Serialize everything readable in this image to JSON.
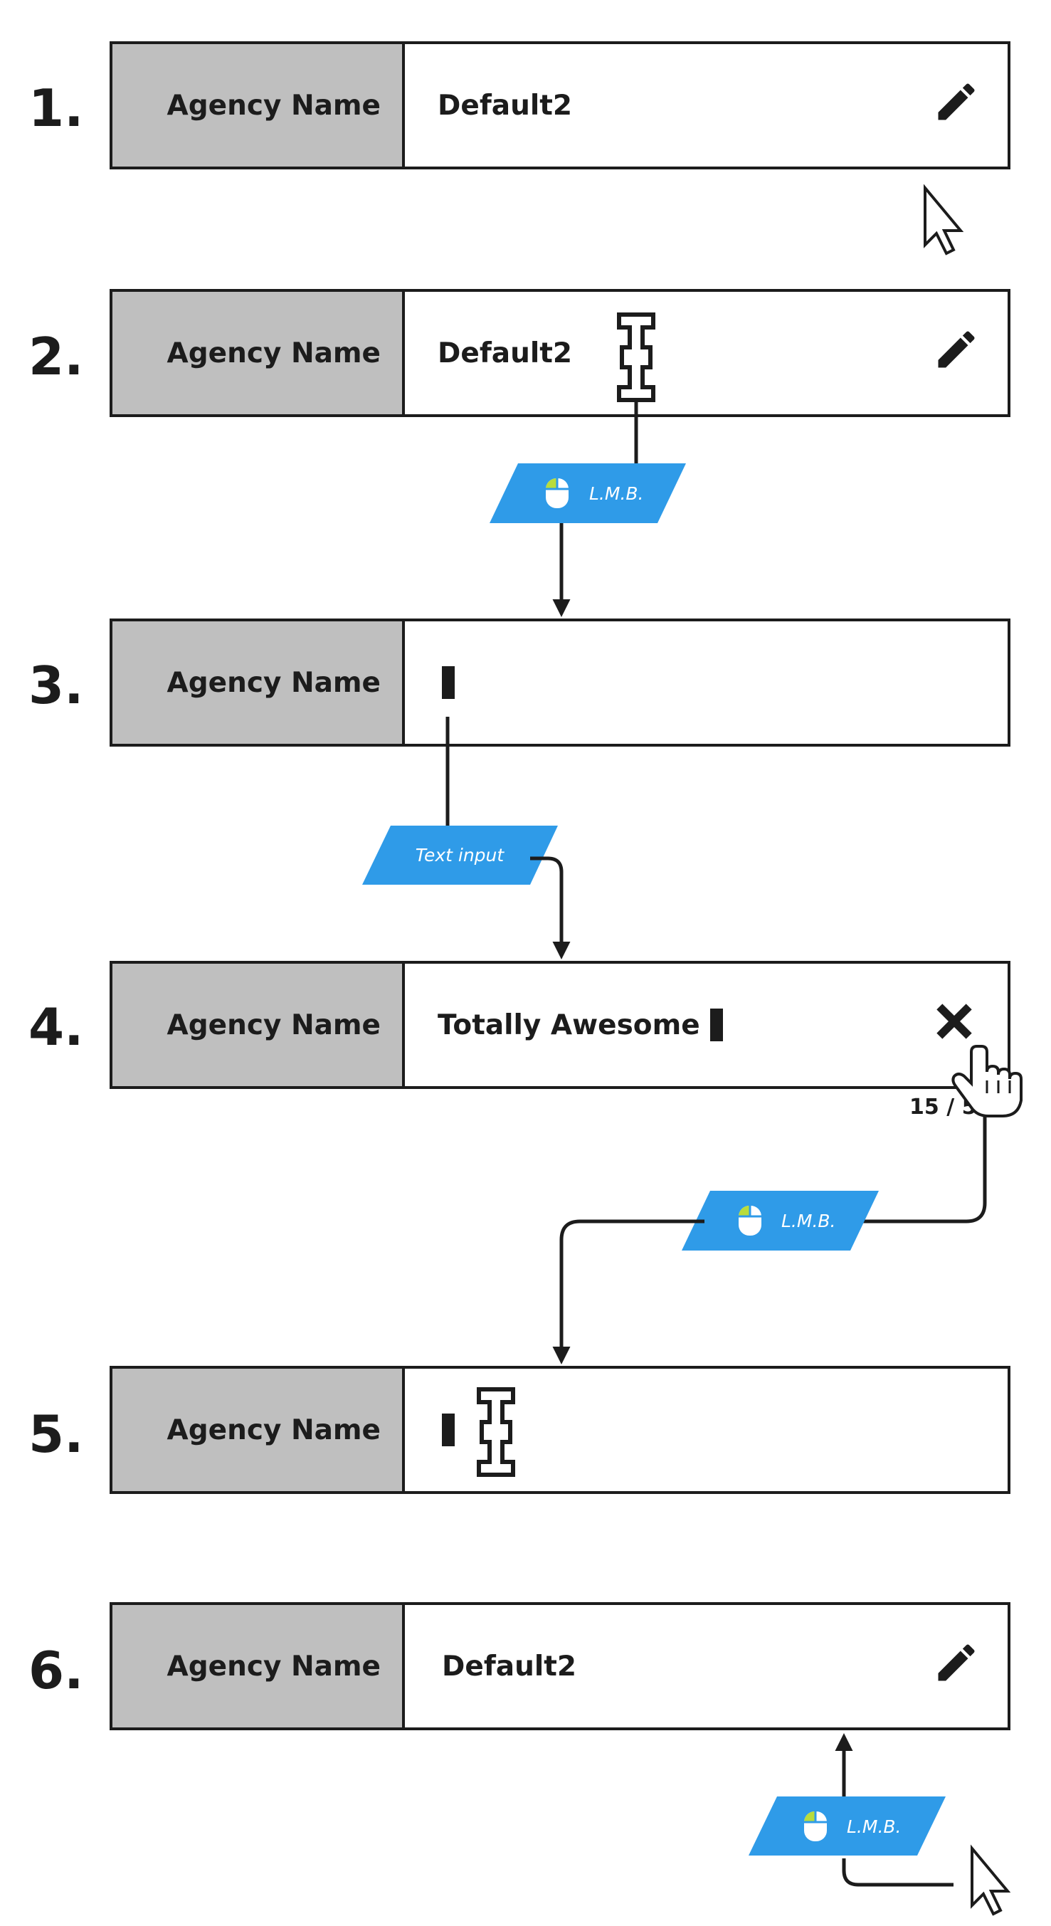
{
  "steps": [
    {
      "number": "1.",
      "label": "Agency Name",
      "value": "Default2",
      "action_icon": "pencil-icon"
    },
    {
      "number": "2.",
      "label": "Agency Name",
      "value": "Default2",
      "action_icon": "pencil-icon"
    },
    {
      "number": "3.",
      "label": "Agency Name",
      "value": ""
    },
    {
      "number": "4.",
      "label": "Agency Name",
      "value": "Totally Awesome",
      "action_icon": "close-icon",
      "counter": "15 / 50"
    },
    {
      "number": "5.",
      "label": "Agency Name",
      "value": ""
    },
    {
      "number": "6.",
      "label": "Agency Name",
      "value": "Default2",
      "action_icon": "pencil-icon"
    }
  ],
  "transitions": {
    "lmb_label": "L.M.B.",
    "text_input_label": "Text input"
  },
  "colors": {
    "badge": "#2f9be8",
    "field_label_bg": "#bfbfbf",
    "stroke": "#1c1c1c",
    "mouse_accent": "#b9dc3c"
  }
}
